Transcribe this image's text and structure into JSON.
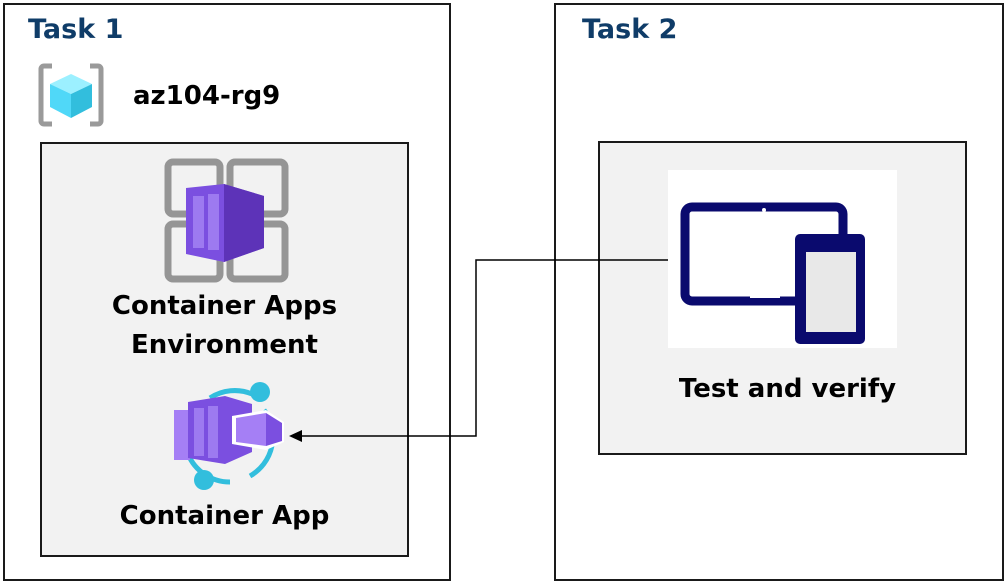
{
  "task1": {
    "title": "Task 1",
    "resource_group": {
      "name": "az104-rg9",
      "icon": "resource-group-icon"
    },
    "environment": {
      "label_line1": "Container Apps",
      "label_line2": "Environment",
      "icon": "container-apps-environment-icon"
    },
    "container_app": {
      "label": "Container App",
      "icon": "container-app-icon"
    }
  },
  "task2": {
    "title": "Task 2",
    "test": {
      "label": "Test and verify",
      "icon": "devices-icon"
    }
  },
  "colors": {
    "title": "#0f3c68",
    "purple": "#7b4fe0",
    "cyan": "#32bedd",
    "navy": "#0a0a6e",
    "panel": "#f2f2f2"
  }
}
